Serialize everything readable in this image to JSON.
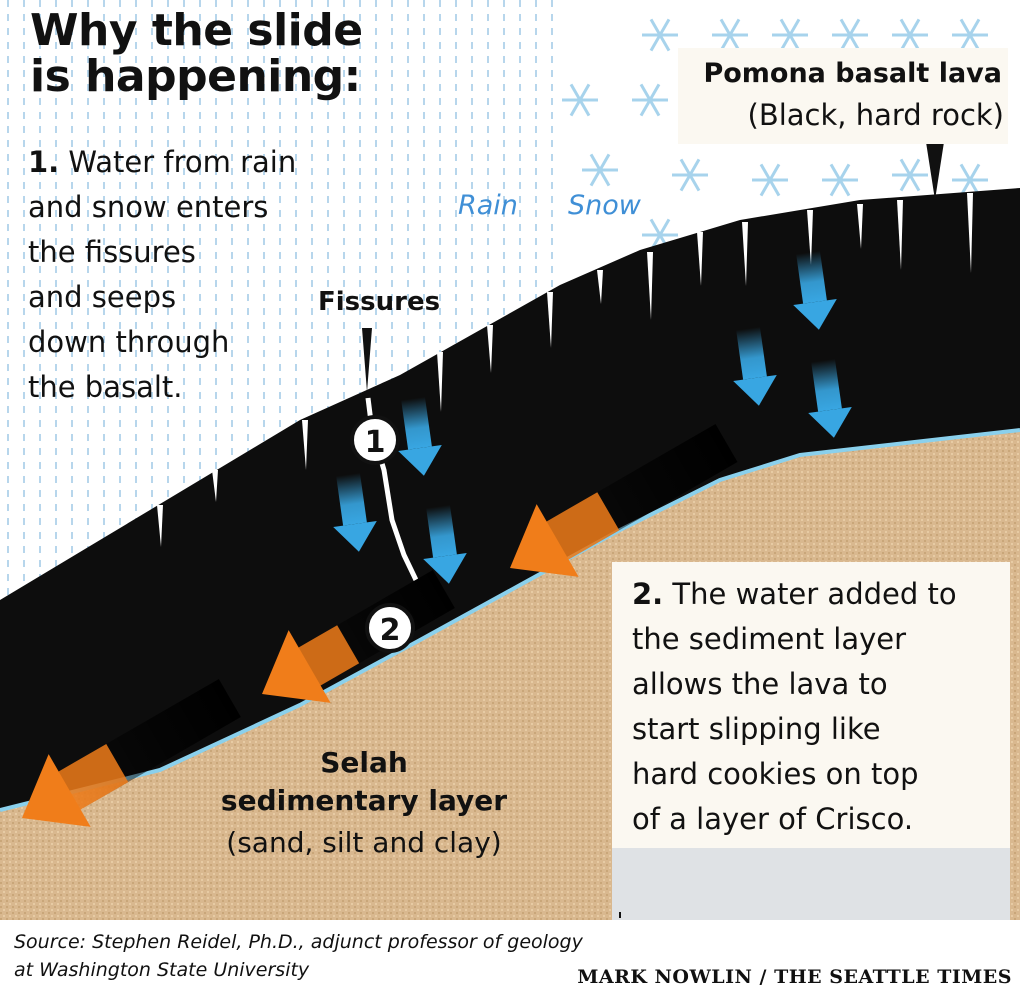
{
  "title": "Why the slide is happening:",
  "step1": {
    "number": "1.",
    "text": "Water from rain\nand snow enters\nthe fissures\nand seeps\ndown through\nthe basalt."
  },
  "labels": {
    "fissures": "Fissures",
    "rain": "Rain",
    "snow": "Snow",
    "pomona_title": "Pomona basalt lava",
    "pomona_sub": "(Black, hard rock)",
    "selah_title": "Selah\nsedimentary layer",
    "selah_sub": "(sand, silt and clay)",
    "marker_1": "1",
    "marker_2": "2"
  },
  "step2": {
    "number": "2.",
    "text": "The water added to\nthe sediment layer\nallows the lava to\nstart slipping like\nhard cookies on top\nof a layer of Crisco."
  },
  "source": "Source: Stephen Reidel, Ph.D., adjunct professor of geology\nat Washington State University",
  "credit": "MARK NOWLIN / THE SEATTLE TIMES",
  "colors": {
    "basalt": "#0d0d0d",
    "sediment": "#d9b88f",
    "water_arrow": "#38a6e2",
    "slip_arrow": "#f07d1a",
    "rain_text": "#3f8fd6",
    "snowflake": "#a7d3ec"
  },
  "icons": [
    "snowflake-icon",
    "rain-streak-icon",
    "water-arrow-icon",
    "slip-arrow-icon",
    "step-marker-icon"
  ]
}
